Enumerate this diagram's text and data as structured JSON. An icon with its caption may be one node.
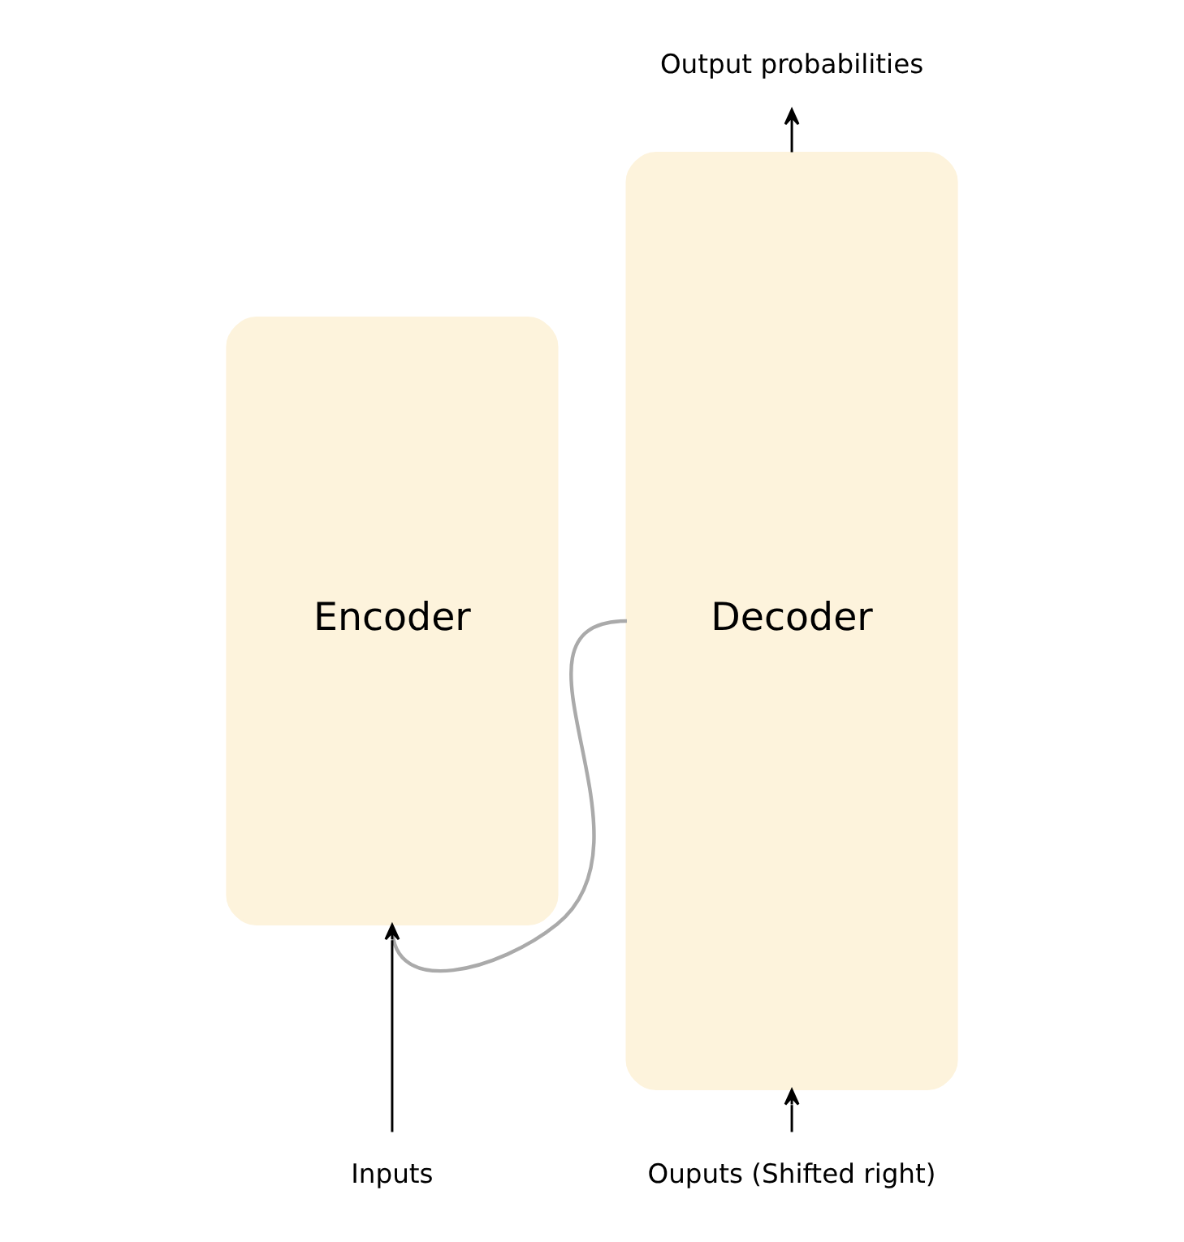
{
  "diagram": {
    "nodes": [
      {
        "text": [
          "Encoder"
        ]
      },
      {
        "text": [
          "Decoder"
        ]
      },
      {
        "text": [
          "Inputs"
        ]
      },
      {
        "text": [
          "Ouputs (Shifted right)"
        ]
      },
      {
        "text": [
          "Output probabilities"
        ]
      }
    ],
    "edges": [
      {
        "from": 2,
        "to": 0,
        "arrow": "to"
      },
      {
        "from": 3,
        "to": 1,
        "arrow": "to"
      },
      {
        "from": 1,
        "to": 4,
        "arrow": "to"
      },
      {
        "from": 0,
        "to": 1,
        "arrow": "none",
        "color": "#aaaaaa"
      }
    ]
  }
}
